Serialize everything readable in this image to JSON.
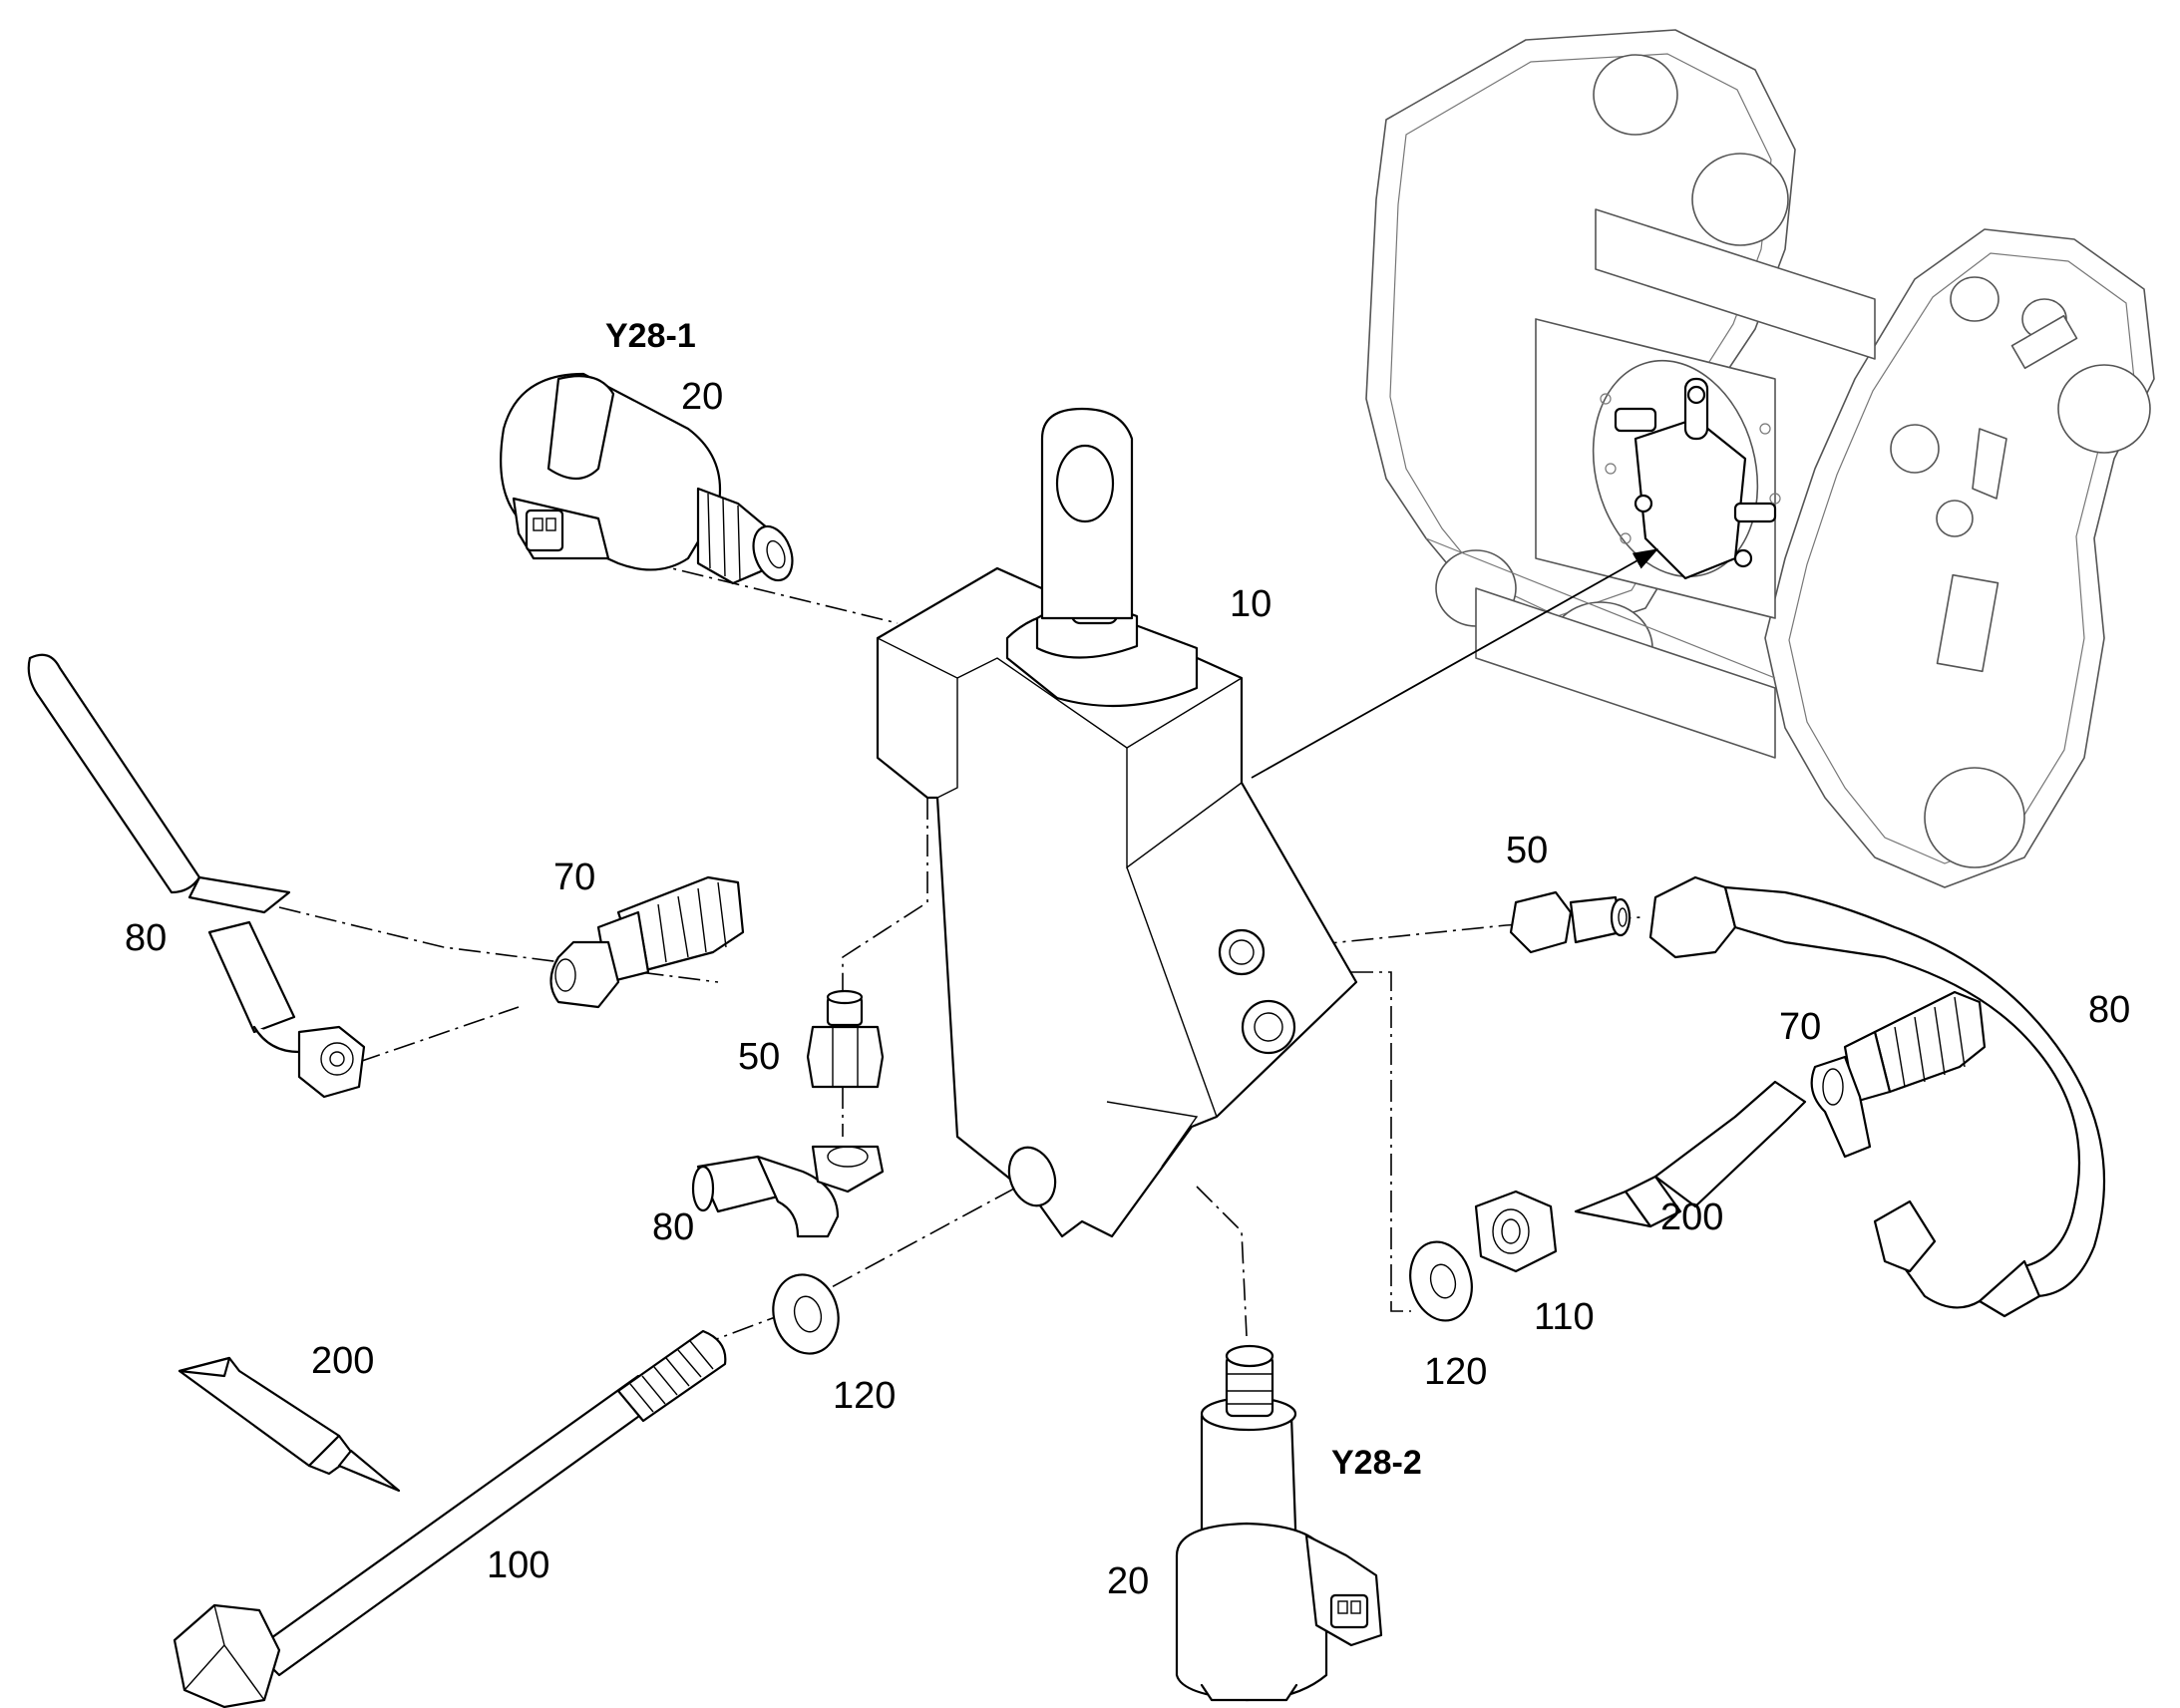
{
  "diagram": {
    "callouts": {
      "y28_1": "Y28-1",
      "y28_2": "Y28-2",
      "n20_top": "20",
      "n20_bottom": "20",
      "n10": "10",
      "n80_left": "80",
      "n70_left": "70",
      "n50_left": "50",
      "n80_elbow": "80",
      "n50_right": "50",
      "n80_right": "80",
      "n70_right": "70",
      "n200_right": "200",
      "n110": "110",
      "n120_right": "120",
      "n120_left": "120",
      "n200_left": "200",
      "n100": "100"
    }
  }
}
